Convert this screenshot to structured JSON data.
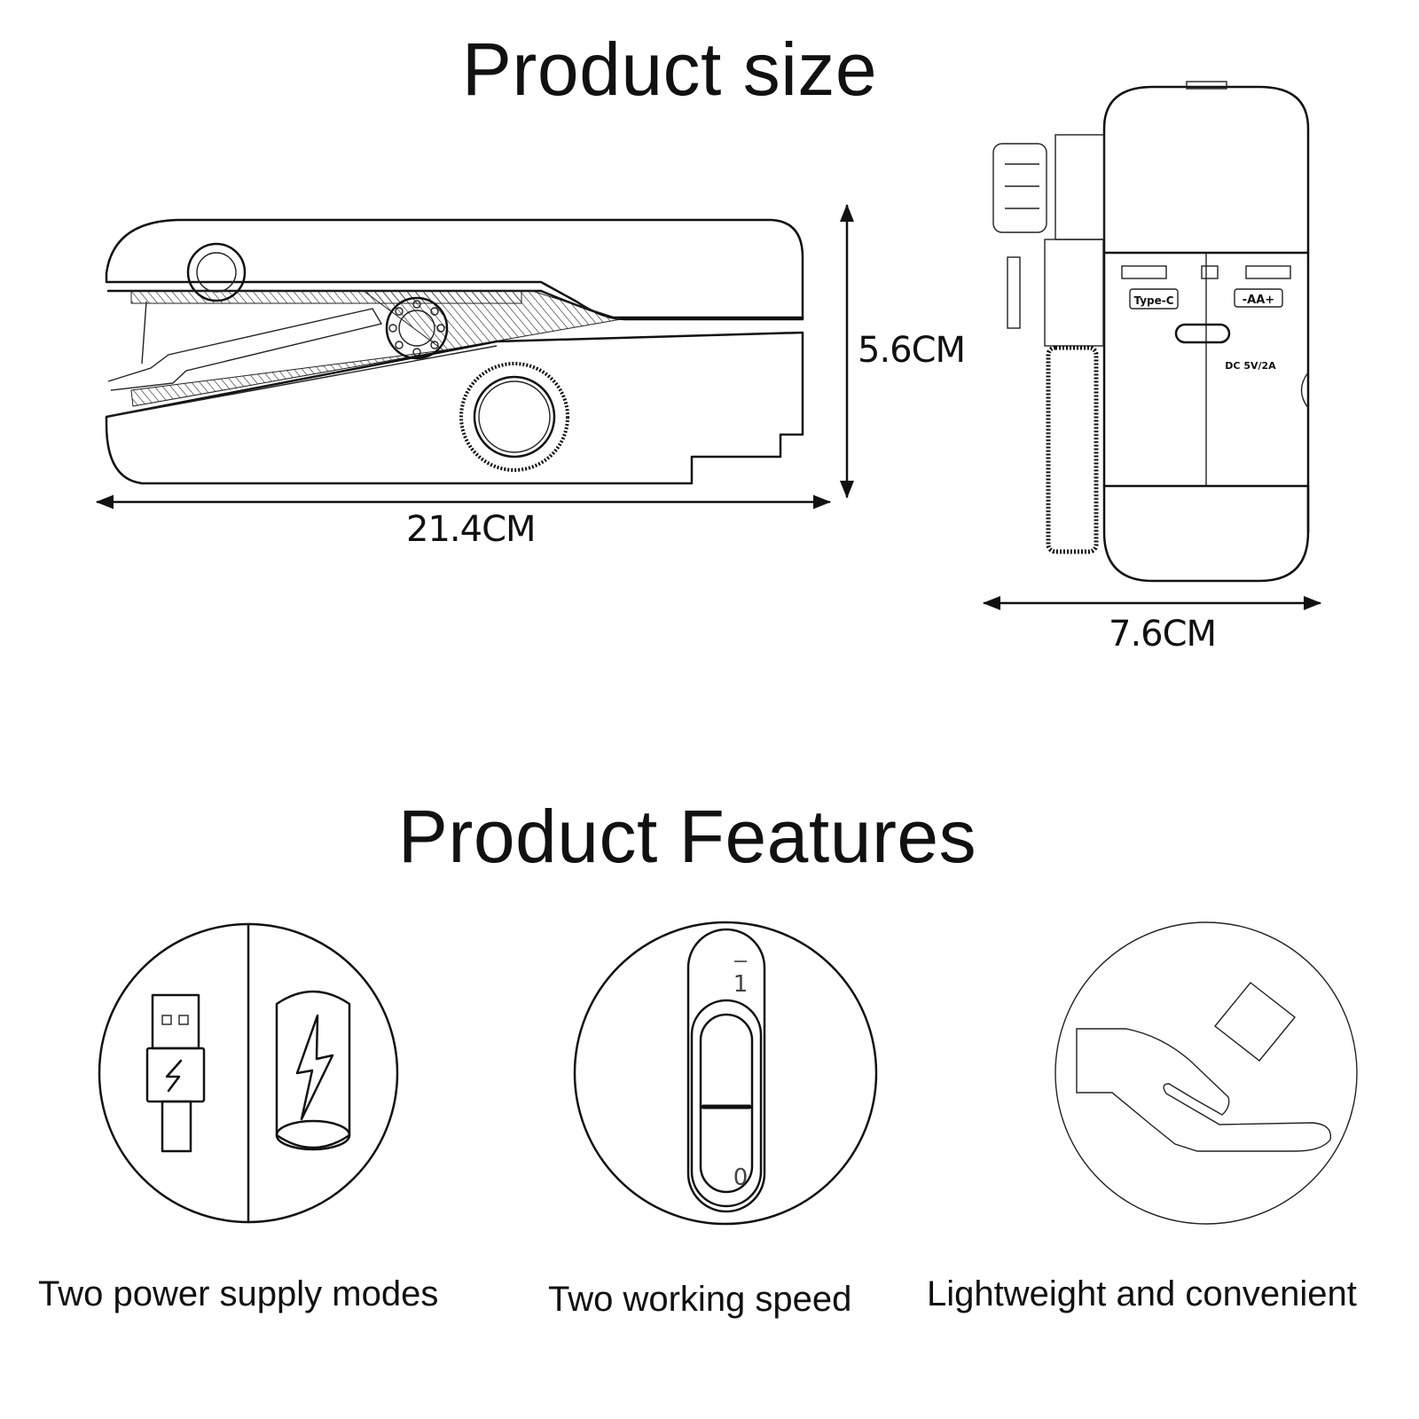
{
  "size_section": {
    "title": "Product size",
    "side_view": {
      "length": "21.4CM",
      "height": "5.6CM"
    },
    "front_view": {
      "width": "7.6CM",
      "port_label": "Type-C",
      "battery_label": "-AA+",
      "power_label": "DC 5V/2A"
    }
  },
  "features_section": {
    "title": "Product Features",
    "items": [
      {
        "icon": "usb-battery-icon",
        "caption": "Two power supply modes"
      },
      {
        "icon": "speed-switch-icon",
        "caption": "Two working speed",
        "switch_marks": [
          "1",
          "0"
        ]
      },
      {
        "icon": "hand-lightweight-icon",
        "caption": "Lightweight and convenient"
      }
    ]
  }
}
